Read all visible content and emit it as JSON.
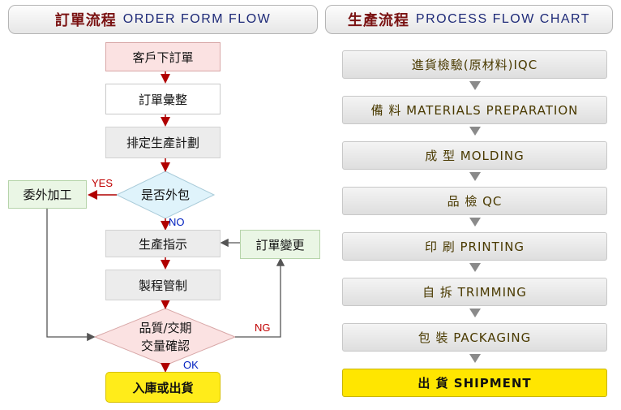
{
  "left_header": {
    "zh": "訂單流程",
    "en": "ORDER FORM FLOW"
  },
  "right_header": {
    "zh": "生產流程",
    "en": "PROCESS FLOW CHART"
  },
  "order_flow": {
    "customer_order": "客戶下訂單",
    "order_compile": "訂單彙整",
    "schedule": "排定生產計劃",
    "outsource_decision": "是否外包",
    "outsource": "委外加工",
    "production_instruction": "生產指示",
    "order_change": "訂單變更",
    "process_control": "製程管制",
    "quality_check_line1": "品質/交期",
    "quality_check_line2": "交量確認",
    "warehouse_shipping": "入庫或出貨",
    "yes_label": "YES",
    "no_label": "NO",
    "ng_label": "NG",
    "ok_label": "OK"
  },
  "process_flow": [
    "進貨檢驗(原材料)IQC",
    "備 料 MATERIALS PREPARATION",
    "成 型 MOLDING",
    "品 檢 QC",
    "印 刷 PRINTING",
    "自 拆 TRIMMING",
    "包 裝 PACKAGING",
    "出 貨 SHIPMENT"
  ],
  "colors": {
    "arrow_red": "#b00000",
    "connector_gray": "#555555",
    "shipment_yellow": "#ffe600",
    "header_text": "#7a1212"
  }
}
